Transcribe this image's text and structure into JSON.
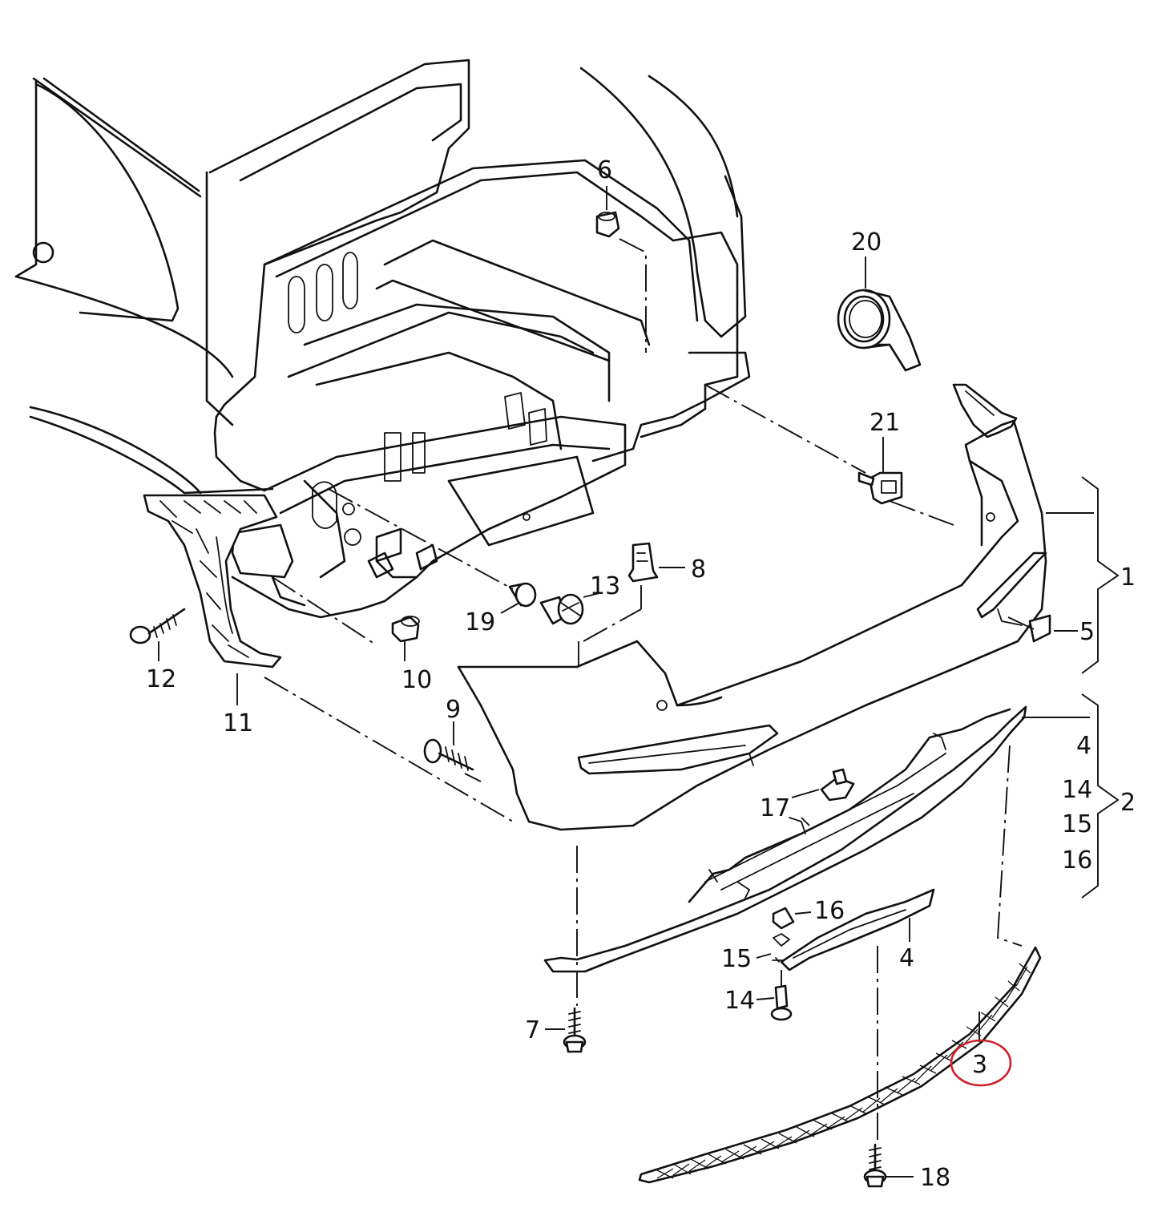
{
  "callouts": {
    "c1": "1",
    "c2": "2",
    "c3": "3",
    "c4a": "4",
    "c4b": "4",
    "c5": "5",
    "c6": "6",
    "c7": "7",
    "c8": "8",
    "c9": "9",
    "c10": "10",
    "c11": "11",
    "c12": "12",
    "c13": "13",
    "c14a": "14",
    "c14b": "14",
    "c15a": "15",
    "c15b": "15",
    "c16a": "16",
    "c16b": "16",
    "c17": "17",
    "c18": "18",
    "c19": "19",
    "c20": "20",
    "c21": "21"
  },
  "highlight": {
    "callout": "3",
    "color": "#d0202a"
  }
}
